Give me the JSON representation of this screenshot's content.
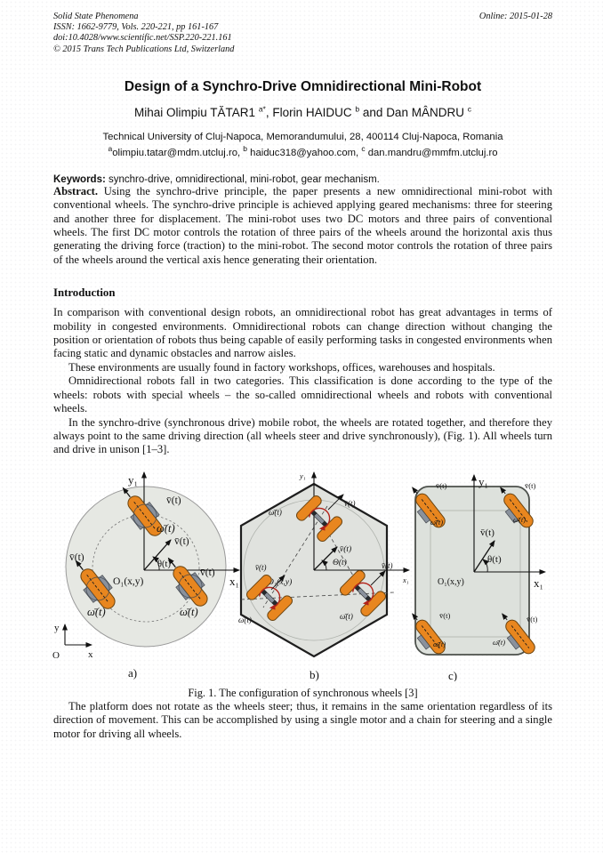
{
  "header": {
    "journal": "Solid State Phenomena",
    "issn_line": "ISSN: 1662-9779, Vols. 220-221, pp 161-167",
    "doi_line": "doi:10.4028/www.scientific.net/SSP.220-221.161",
    "copyright_line": "© 2015 Trans Tech Publications Ltd, Switzerland",
    "online_date": "Online: 2015-01-28"
  },
  "title": "Design of a Synchro-Drive Omnidirectional Mini-Robot",
  "authors": {
    "name1": "Mihai Olimpiu TĂTAR1",
    "sup1": "a*",
    "sep1": ", ",
    "name2": "Florin HAIDUC",
    "sup2": "b",
    "sep2": " and ",
    "name3": "Dan MÂNDRU",
    "sup3": "c"
  },
  "affiliation": "Technical University of Cluj-Napoca, Memorandumului, 28, 400114 Cluj-Napoca, Romania",
  "emails": {
    "sup_a": "a",
    "email_a": "olimpiu.tatar@mdm.utcluj.ro,",
    "sup_b": "b",
    "email_b": "haiduc318@yahoo.com,",
    "sup_c": "c",
    "email_c": "dan.mandru@mmfm.utcluj.ro"
  },
  "keywords": {
    "label": "Keywords:",
    "text": " synchro-drive, omnidirectional, mini-robot, gear mechanism."
  },
  "abstract": {
    "label": "Abstract.",
    "text": " Using the synchro-drive principle, the paper presents a new omnidirectional mini-robot with conventional wheels. The synchro-drive principle is achieved applying geared mechanisms: three for steering and another three for displacement. The mini-robot uses two DC motors and three pairs of conventional wheels. The first DC motor controls the rotation of three pairs of the wheels around the horizontal axis thus generating the driving force (traction) to the mini-robot. The second motor controls the rotation of three pairs of the wheels around the vertical axis hence generating their orientation."
  },
  "introduction": {
    "heading": "Introduction",
    "paragraphs": [
      "In comparison with conventional design robots, an omnidirectional robot has great advantages in terms of mobility in congested environments. Omnidirectional robots can change direction without changing the position or orientation of robots thus being capable of easily performing tasks in congested environments when facing static and dynamic obstacles and narrow aisles.",
      "These environments are usually found in factory workshops, offices, warehouses and hospitals.",
      "Omnidirectional robots fall in two categories. This classification is done according to the type of the wheels: robots with special wheels – the so-called omnidirectional wheels and robots with conventional wheels.",
      "In the synchro-drive (synchronous drive) mobile robot, the wheels are rotated together, and therefore they always point to the same driving direction (all wheels steer and drive synchronously), (Fig. 1). All wheels turn and drive in unison [1–3]."
    ]
  },
  "figure": {
    "caption": "Fig. 1. The configuration of synchronous wheels [3]",
    "labels": {
      "v": "v̄(t)",
      "w": "ω̄(t)",
      "y1": "y₁",
      "x1": "x₁",
      "o1": "O₁(x,y)",
      "theta": "θ(t)",
      "theta_b": "Θ(t)",
      "frame_y": "y",
      "frame_x": "x",
      "frame_o": "O",
      "sub_a": "a)",
      "sub_b": "b)",
      "sub_c": "c)"
    },
    "colors": {
      "wheel_orange": "#e8861f",
      "axle_gray": "#8a919c",
      "rotation_red": "#b2231a",
      "platform_fill": "#e0e2de",
      "outline_dark": "#1e1e1e"
    }
  },
  "closing_paragraph": "The platform does not rotate as the wheels steer; thus, it remains in the same orientation regardless of its direction of movement. This can be accomplished by using a single motor and a chain for steering and a single motor for driving all wheels."
}
